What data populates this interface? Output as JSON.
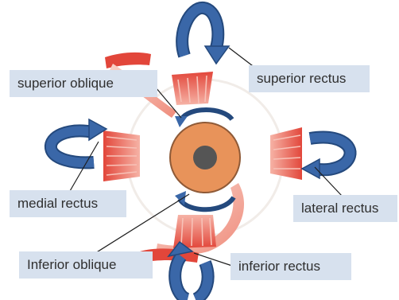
{
  "diagram": {
    "colors": {
      "muscle": "#e2463a",
      "muscle_light": "#f3a394",
      "arrow": "#3a67a8",
      "arrow_outline": "#24497d",
      "iris": "#e8935a",
      "pupil": "#555555",
      "label_bg": "#d7e1ee"
    },
    "labels": {
      "superior_oblique": "superior oblique",
      "superior_rectus": "superior rectus",
      "medial_rectus": "medial rectus",
      "lateral_rectus": "lateral rectus",
      "inferior_oblique": "Inferior oblique",
      "inferior_rectus": "inferior rectus"
    }
  }
}
